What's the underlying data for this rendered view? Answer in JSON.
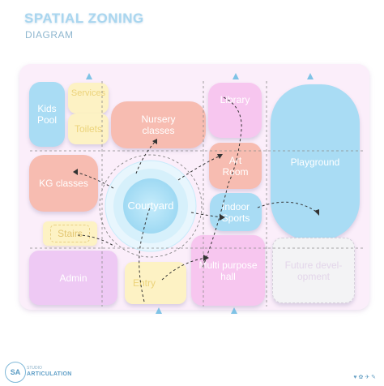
{
  "title": "SPATIAL ZONING",
  "subtitle": "DIAGRAM",
  "zones": {
    "kids_pool": "Kids\nPool",
    "services": "Services",
    "toilets": "Toilets",
    "nursery": "Nursery\nclasses",
    "library": "Library",
    "playground": "Playground",
    "art_room": "Art\nRoom",
    "kg_classes": "KG classes",
    "courtyard": "Courtyard",
    "indoor_sports": "Indoor\nSports",
    "stairs": "Stairs",
    "admin": "Admin",
    "entry": "Entry",
    "multipurpose": "Multi purpose\nhall",
    "future": "Future devel-\nopment"
  },
  "footer": {
    "logo": "SA",
    "studio": "STUDIO",
    "brand": "ARTICULATION",
    "icons": "♥ ✿ ✈ ✎"
  },
  "colors": {
    "pink": "#f7c6ef",
    "blue": "#a9dcf4",
    "peach": "#f7bcb1",
    "yellow": "#fdf2c4",
    "lavender": "#eec9f4",
    "board": "#fbeefa"
  }
}
